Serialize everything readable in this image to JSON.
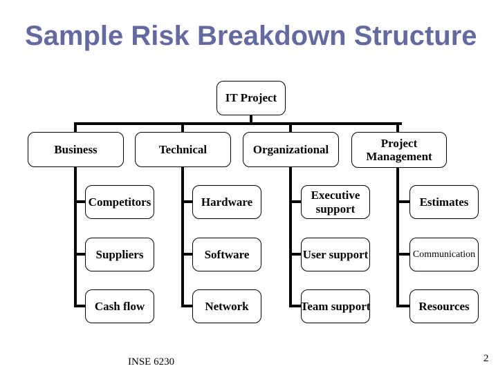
{
  "slide": {
    "title": "Sample Risk Breakdown Structure",
    "title_color": "#646a9d",
    "line_color": "#000000",
    "box_fill": "#ffffff",
    "footer": "INSE 6230",
    "page_number": "2"
  },
  "tree": {
    "root": "IT Project",
    "columns": [
      {
        "parent": "Business",
        "children": [
          "Competitors",
          "Suppliers",
          "Cash flow"
        ]
      },
      {
        "parent": "Technical",
        "children": [
          "Hardware",
          "Software",
          "Network"
        ]
      },
      {
        "parent": "Organizational",
        "children": [
          "Executive support",
          "User support",
          "Team support"
        ]
      },
      {
        "parent": "Project Management",
        "children": [
          "Estimates",
          "Communication",
          "Resources"
        ]
      }
    ]
  }
}
